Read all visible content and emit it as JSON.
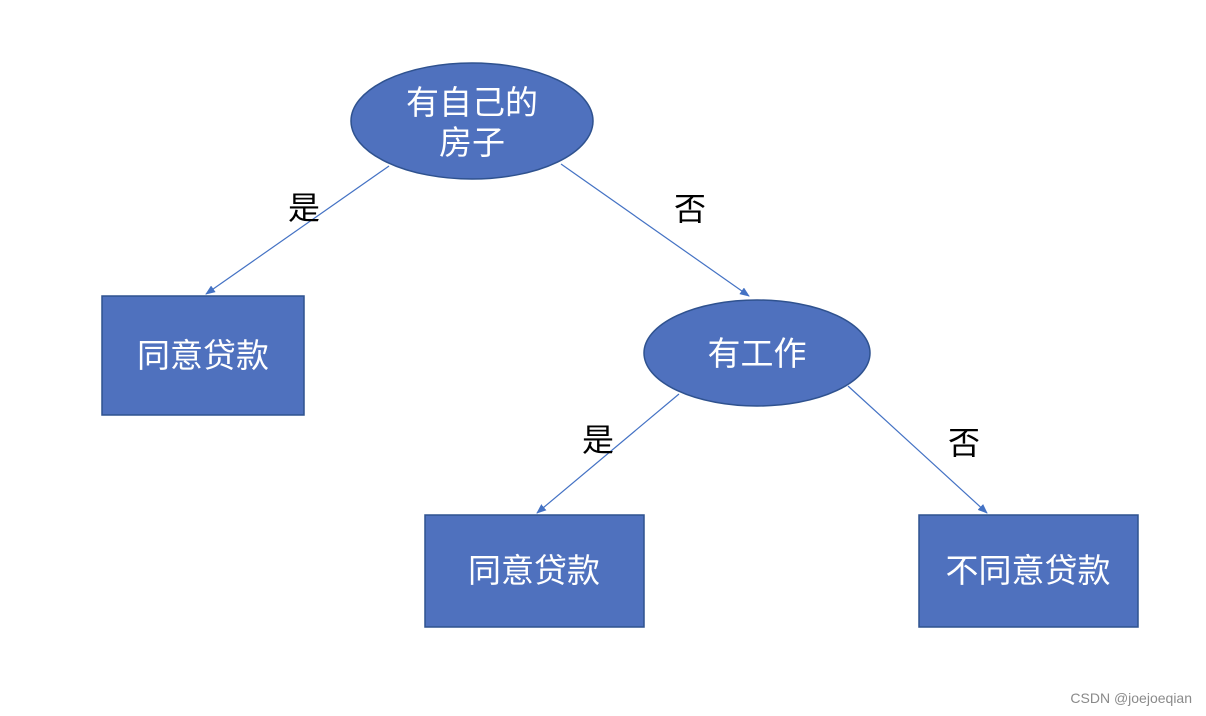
{
  "colors": {
    "node_fill": "#4f71be",
    "node_stroke": "#2f528f",
    "edge": "#4472c4",
    "text": "#ffffff",
    "label": "#000000"
  },
  "nodes": {
    "root": {
      "line1": "有自己的",
      "line2": "房子"
    },
    "leaf_left": {
      "label": "同意贷款"
    },
    "job": {
      "label": "有工作"
    },
    "leaf_mid": {
      "label": "同意贷款"
    },
    "leaf_right": {
      "label": "不同意贷款"
    }
  },
  "edges": {
    "root_yes": "是",
    "root_no": "否",
    "job_yes": "是",
    "job_no": "否"
  },
  "watermark": "CSDN @joejoeqian"
}
